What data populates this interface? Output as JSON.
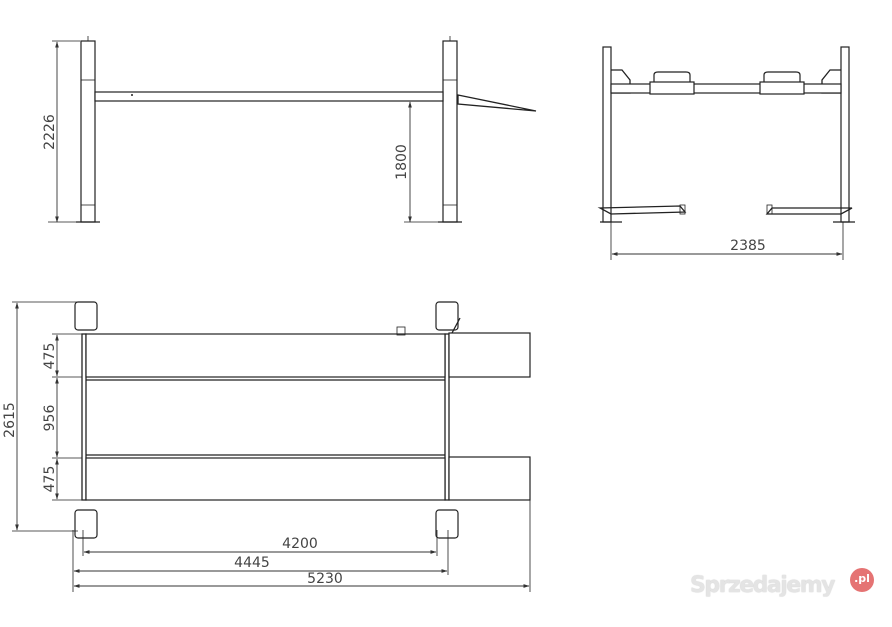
{
  "side_view": {
    "dims": {
      "total_height": "2226",
      "lift_height": "1800"
    }
  },
  "front_view": {
    "dims": {
      "width": "2385"
    }
  },
  "top_view": {
    "dims": {
      "overall_width": "2615",
      "runway_1": "475",
      "gap": "956",
      "runway_2": "475",
      "inner_length": "4200",
      "post_length": "4445",
      "total_length": "5230"
    }
  },
  "watermark": {
    "text": "Sprzedajemy",
    "suffix": ".pl"
  },
  "colors": {
    "line": "#222222",
    "watermark_accent": "#e57373"
  }
}
